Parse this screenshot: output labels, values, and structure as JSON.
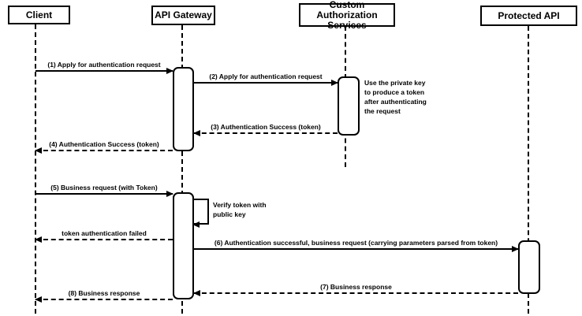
{
  "participants": [
    {
      "id": "client",
      "label": "Client"
    },
    {
      "id": "api-gateway",
      "label": "API Gateway"
    },
    {
      "id": "custom-authorization-services",
      "label": "Custom Authorization Services"
    },
    {
      "id": "protected-api",
      "label": "Protected API"
    }
  ],
  "messages": [
    {
      "label": "(1) Apply for authentication request",
      "from": "Client",
      "to": "API Gateway",
      "style": "solid"
    },
    {
      "label": "(2) Apply for authentication request",
      "from": "API Gateway",
      "to": "Custom Authorization Services",
      "style": "solid"
    },
    {
      "label": "(3) Authentication Success (token)",
      "from": "Custom Authorization Services",
      "to": "API Gateway",
      "style": "dashed"
    },
    {
      "label": "(4) Authentication Success (token)",
      "from": "API Gateway",
      "to": "Client",
      "style": "dashed"
    },
    {
      "label": "(5) Business request (with Token)",
      "from": "Client",
      "to": "API Gateway",
      "style": "solid"
    },
    {
      "label": "token authentication failed",
      "from": "API Gateway",
      "to": "Client",
      "style": "dashed"
    },
    {
      "label": "(6) Authentication successful, business request (carrying parameters parsed from token)",
      "from": "API Gateway",
      "to": "Protected API",
      "style": "solid"
    },
    {
      "label": "(7) Business response",
      "from": "Protected API",
      "to": "API Gateway",
      "style": "dashed"
    },
    {
      "label": "(8) Business response",
      "from": "API Gateway",
      "to": "Client",
      "style": "dashed"
    }
  ],
  "self_message": {
    "label": "Verify token with public key",
    "on": "API Gateway"
  },
  "note": {
    "text": "Use the private key to produce a token after authenticating the request"
  },
  "colors": {
    "line": "#000000",
    "background": "#ffffff",
    "box_fill": "#ffffff"
  }
}
